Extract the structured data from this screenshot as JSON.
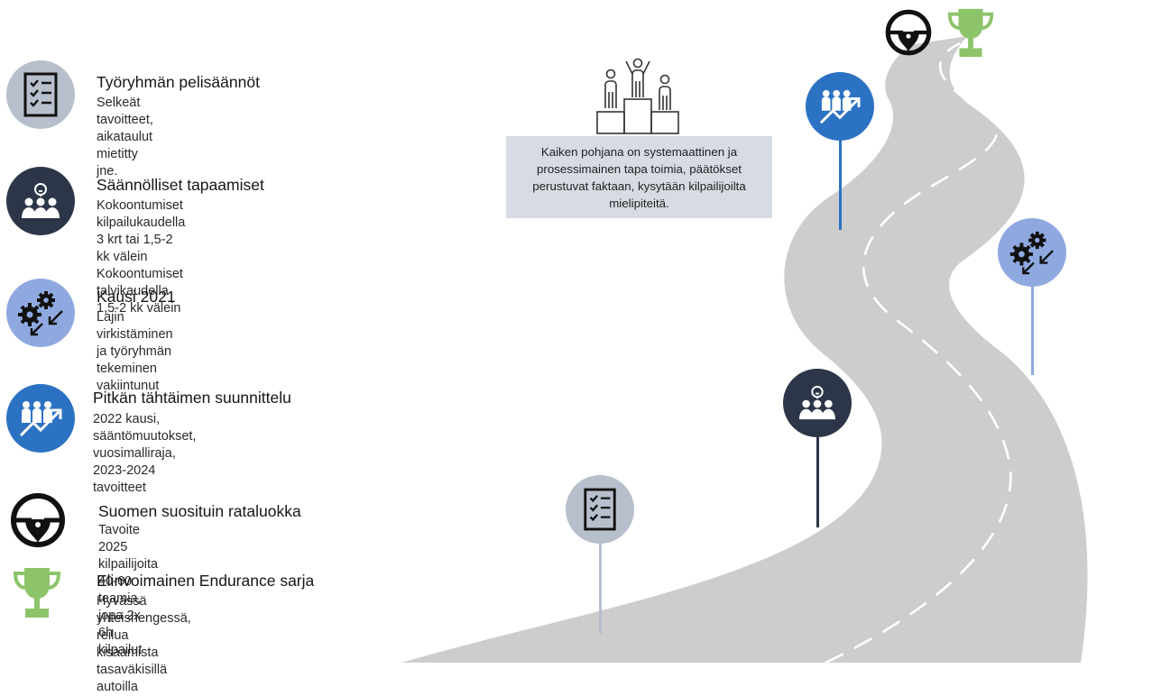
{
  "colors": {
    "road": "#cdcdcd",
    "lane_marking": "#ffffff",
    "gray_blue": "#b7bfcc",
    "dark_navy": "#2c3648",
    "periwinkle": "#8fa9e0",
    "blue": "#2c72c3",
    "trophy_green": "#8dc46a",
    "wheel_black": "#111111",
    "note_bg": "#d7dbe3"
  },
  "legend": [
    {
      "icon": "checklist-icon",
      "title": "Työryhmän pelisäännöt",
      "desc": "Selkeät tavoitteet, aikataulut mietitty jne."
    },
    {
      "icon": "team-idea-icon",
      "title": "Säännölliset tapaamiset",
      "desc": "Kokoontumiset kilpailukaudella 3 krt tai 1,5-2 kk välein\nKokoontumiset talvikaudella 1,5-2 kk välein"
    },
    {
      "icon": "gears-arrows-icon",
      "title": "Kausi 2021",
      "desc": "Lajin virkistäminen ja työryhmän tekeminen vakiintunut"
    },
    {
      "icon": "team-growth-icon",
      "title": "Pitkän tähtäimen suunnittelu",
      "desc": "2022 kausi, sääntömuutokset, vuosimalliraja,\n2023-2024 tavoitteet"
    },
    {
      "icon": "steering-wheel-icon",
      "title": "Suomen suosituin rataluokka",
      "desc": "Tavoite 2025 kilpailijoita 40-60 teamia, jopa 2x 6h kilpailut"
    },
    {
      "icon": "trophy-icon",
      "title": "Elinvoimainen Endurance sarja",
      "desc": "Hyvässä yhteishengessä, reilua kisaamista tasaväkisillä\nautoilla"
    }
  ],
  "note": {
    "icon": "podium-people-icon",
    "text": "Kaiken pohjana on systemaattinen ja prosessimainen tapa toimia, päätökset perustuvat faktaan, kysytään kilpailijoilta mielipiteitä."
  },
  "road_pins": [
    {
      "icon": "checklist-icon",
      "milestone": "Työryhmän pelisäännöt"
    },
    {
      "icon": "team-idea-icon",
      "milestone": "Säännölliset tapaamiset"
    },
    {
      "icon": "gears-arrows-icon",
      "milestone": "Kausi 2021"
    },
    {
      "icon": "team-growth-icon",
      "milestone": "Pitkän tähtäimen suunnittelu"
    }
  ],
  "finish": {
    "wheel_icon": "steering-wheel-icon",
    "trophy_icon": "trophy-icon"
  }
}
